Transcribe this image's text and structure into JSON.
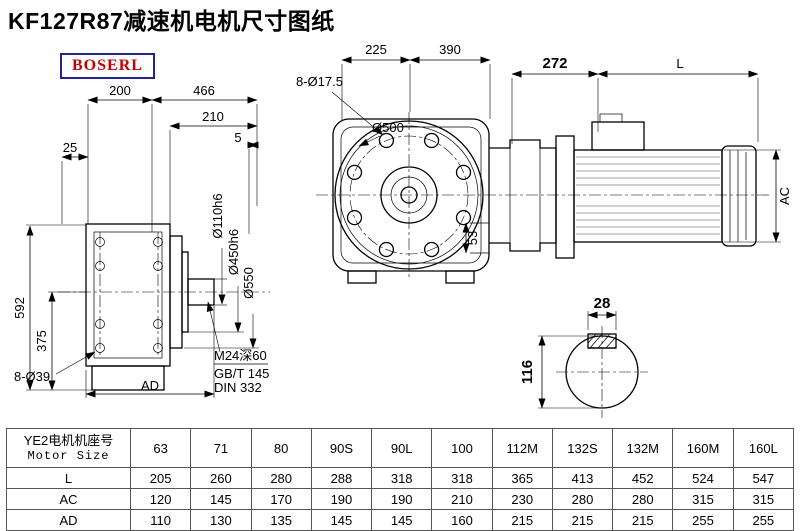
{
  "page": {
    "title": "KF127R87减速机电机尺寸图纸",
    "logo_text": "BOSERL"
  },
  "drawing": {
    "labels": {
      "dim_200": "200",
      "dim_466": "466",
      "dim_210": "210",
      "dim_5": "5",
      "dim_25": "25",
      "dim_592": "592",
      "dim_375": "375",
      "holes_left": "8-Ø39",
      "dim_ad": "AD",
      "shaft_dia": "Ø110h6",
      "spigot_dia": "Ø450h6",
      "flange_dia": "Ø550",
      "tap_line1": "M24深60",
      "tap_line2": "GB/T 145",
      "tap_line3": "DIN 332",
      "bolt_circle": "8-Ø17.5",
      "big_circle": "Ø500",
      "dim_225": "225",
      "dim_390": "390",
      "dim_53": "53",
      "dim_272": "272",
      "dim_l": "L",
      "dim_ac": "AC",
      "key_width": "28",
      "shaft_end_dia": "116"
    }
  },
  "table": {
    "header_cn": "YE2电机机座号",
    "header_en": "Motor Size",
    "col_headers": [
      "63",
      "71",
      "80",
      "90S",
      "90L",
      "100",
      "112M",
      "132S",
      "132M",
      "160M",
      "160L"
    ],
    "rows": [
      {
        "label": "L",
        "values": [
          "205",
          "260",
          "280",
          "288",
          "318",
          "318",
          "365",
          "413",
          "452",
          "524",
          "547"
        ]
      },
      {
        "label": "AC",
        "values": [
          "120",
          "145",
          "170",
          "190",
          "190",
          "210",
          "230",
          "280",
          "280",
          "315",
          "315"
        ]
      },
      {
        "label": "AD",
        "values": [
          "110",
          "130",
          "135",
          "145",
          "145",
          "160",
          "215",
          "215",
          "215",
          "255",
          "255"
        ]
      }
    ]
  }
}
